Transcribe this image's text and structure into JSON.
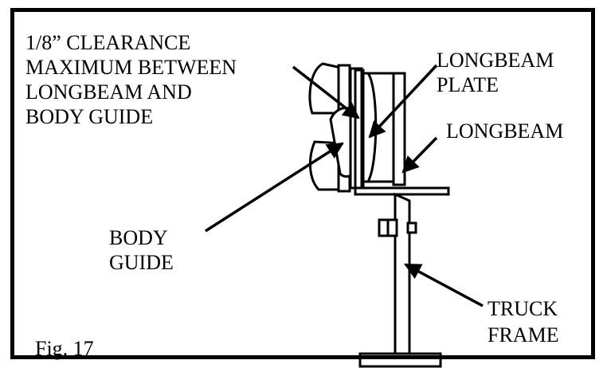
{
  "labels": {
    "clearance": [
      "1/8” CLEARANCE",
      "MAXIMUM BETWEEN",
      "LONGBEAM AND",
      "BODY GUIDE"
    ],
    "longbeam_plate": [
      "LONGBEAM",
      "PLATE"
    ],
    "longbeam": "LONGBEAM",
    "body_guide": [
      "BODY",
      "GUIDE"
    ],
    "truck_frame": [
      "TRUCK",
      "FRAME"
    ],
    "figure": "Fig. 17"
  }
}
